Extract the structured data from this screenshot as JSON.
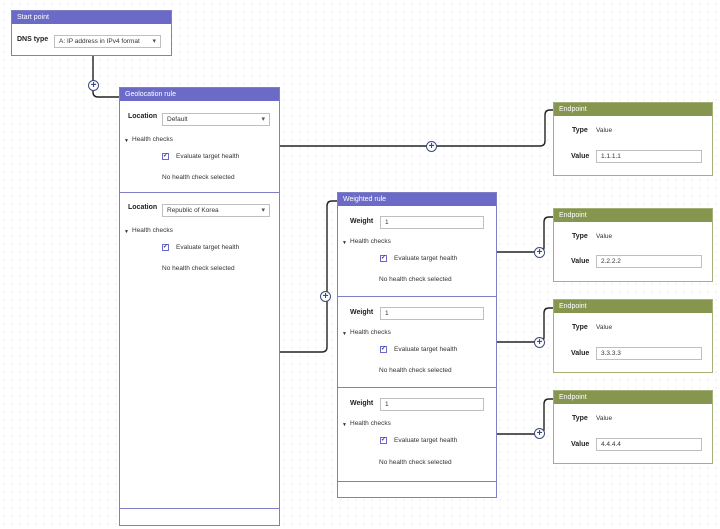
{
  "start": {
    "title": "Start point",
    "dns_label": "DNS type",
    "dns_value": "A: IP address in IPv4 format"
  },
  "geo": {
    "title": "Geolocation rule",
    "rules": [
      {
        "location_label": "Location",
        "location_value": "Default",
        "health_label": "Health checks",
        "evaluate_label": "Evaluate target health",
        "status": "No health check selected"
      },
      {
        "location_label": "Location",
        "location_value": "Republic of Korea",
        "health_label": "Health checks",
        "evaluate_label": "Evaluate target health",
        "status": "No health check selected"
      }
    ]
  },
  "weighted": {
    "title": "Weighted rule",
    "rules": [
      {
        "weight_label": "Weight",
        "weight_value": "1",
        "health_label": "Health checks",
        "evaluate_label": "Evaluate target health",
        "status": "No health check selected"
      },
      {
        "weight_label": "Weight",
        "weight_value": "1",
        "health_label": "Health checks",
        "evaluate_label": "Evaluate target health",
        "status": "No health check selected"
      },
      {
        "weight_label": "Weight",
        "weight_value": "1",
        "health_label": "Health checks",
        "evaluate_label": "Evaluate target health",
        "status": "No health check selected"
      }
    ]
  },
  "endpoints": [
    {
      "title": "Endpoint",
      "type_label": "Type",
      "type_value": "Value",
      "value_label": "Value",
      "value": "1.1.1.1"
    },
    {
      "title": "Endpoint",
      "type_label": "Type",
      "type_value": "Value",
      "value_label": "Value",
      "value": "2.2.2.2"
    },
    {
      "title": "Endpoint",
      "type_label": "Type",
      "type_value": "Value",
      "value_label": "Value",
      "value": "3.3.3.3"
    },
    {
      "title": "Endpoint",
      "type_label": "Type",
      "type_value": "Value",
      "value_label": "Value",
      "value": "4.4.4.4"
    }
  ],
  "icons": {
    "add": "plus-circle-icon",
    "expand": "triangle-down-icon",
    "check": "checkmark-icon",
    "dropdown": "chevron-down-icon"
  },
  "colors": {
    "rule_header": "#6b6bc7",
    "endpoint_header": "#86964f",
    "connector": "#222222"
  }
}
